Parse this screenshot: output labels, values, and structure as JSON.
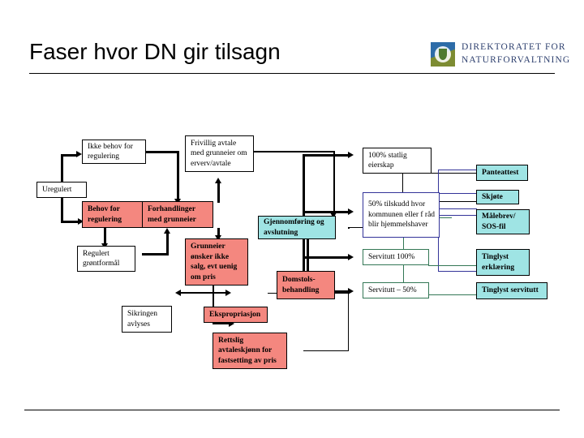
{
  "slide": {
    "title": "Faser hvor DN gir tilsagn",
    "logo": {
      "line1": "DIREKTORATET FOR",
      "line2": "NATURFORVALTNING",
      "mark_name": "dn-logo-mark"
    }
  },
  "colors": {
    "pink": "#F4877F",
    "cyan": "#9FE4E4",
    "white": "#FFFFFF",
    "border_black": "#000000",
    "border_navy": "#333399",
    "border_green": "#337755",
    "logo_blue": "#2D6CA8",
    "logo_olive": "#7D8C32",
    "logo_text": "#2D3F6E"
  },
  "nodes": {
    "uregulert": "Uregulert",
    "ikke_behov": "Ikke behov for regulering",
    "behov": "Behov for regulering",
    "regulert": "Regulert grøntformål",
    "frivillig": "Frivillig avtale med grunneier om erverv/avtale",
    "forhandlinger": "Forhandlinger med grunneier",
    "grunneier_uenig": "Grunneier ønsker ikke salg, evt uenig om pris",
    "sikringen": "Sikringen avlyses",
    "ekspropriasjon": "Ekspropriasjon",
    "rettslig": "Rettslig avtaleskjønn for fastsetting av pris",
    "gjennomforing": "Gjennomføring og avslutning",
    "domstols": "Domstols- behandling",
    "statlig100": "100% statlig eierskap",
    "tilskudd50": "50% tilskudd hvor kommunen eller f råd blir hjemmelshaver",
    "servitutt100": "Servitutt 100%",
    "servitutt50": "Servitutt – 50%",
    "panteattest": "Panteattest",
    "skjote": "Skjøte",
    "malebrev": "Målebrev/ SOS-fil",
    "tinglyst_erklaering": "Tinglyst erklæring",
    "tinglyst_servitutt": "Tinglyst servitutt"
  }
}
